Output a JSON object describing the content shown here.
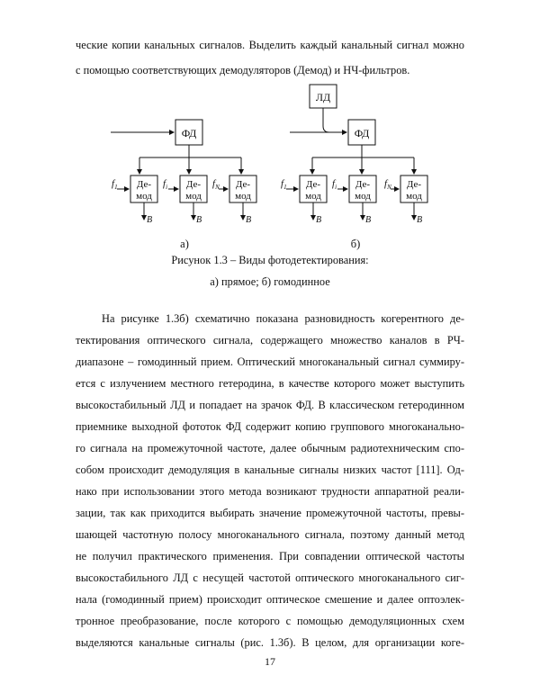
{
  "intro_lines": [
    "ческие копии канальных сигналов. Выделить каждый канальный сигнал можно",
    "с помощью соответствующих демодуляторов (Демод) и НЧ-фильтров."
  ],
  "figure": {
    "photodetector_label": "ФД",
    "laser_label": "ЛД",
    "demod_label_top": "Де-",
    "demod_label_bottom": "мод",
    "output_label": "В",
    "freq_labels": [
      {
        "main": "f",
        "sub": "1"
      },
      {
        "main": "f",
        "sub": "i"
      },
      {
        "main": "f",
        "sub": "N"
      }
    ],
    "panel_a_label": "а)",
    "panel_b_label": "б)"
  },
  "caption": {
    "line1": "Рисунок 1.3 – Виды фотодетектирования:",
    "line2": "а) прямое; б) гомодинное"
  },
  "body_lines": [
    "На рисунке 1.3б) схематично показана разновидность когерентного де-",
    "тектирования оптического сигнала, содержащего множество каналов в РЧ-",
    "диапазоне – гомодинный прием. Оптический многоканальный сигнал суммиру-",
    "ется с излучением местного гетеродина, в качестве которого может выступить",
    "высокостабильный ЛД и попадает на зрачок ФД. В классическом гетеродинном",
    "приемнике выходной фототок ФД содержит копию группового многоканально-",
    "го сигнала на промежуточной частоте, далее обычным радиотехническим спо-",
    "собом происходит демодуляция в канальные сигналы низких частот [111]. Од-",
    "нако при использовании этого метода возникают трудности аппаратной реали-",
    "зации, так как приходится выбирать значение промежуточной частоты, превы-",
    "шающей частотную полосу многоканального сигнала, поэтому данный метод",
    "не получил практического применения. При совпадении оптической частоты",
    "высокостабильного ЛД с несущей частотой оптического многоканального сиг-",
    "нала (гомодинный прием) происходит оптическое смешение и далее оптоэлек-",
    "тронное преобразование, после которого с помощью демодуляционных схем",
    "выделяются канальные сигналы (рис. 1.3б). В целом, для организации коге-"
  ],
  "page_number": "17"
}
